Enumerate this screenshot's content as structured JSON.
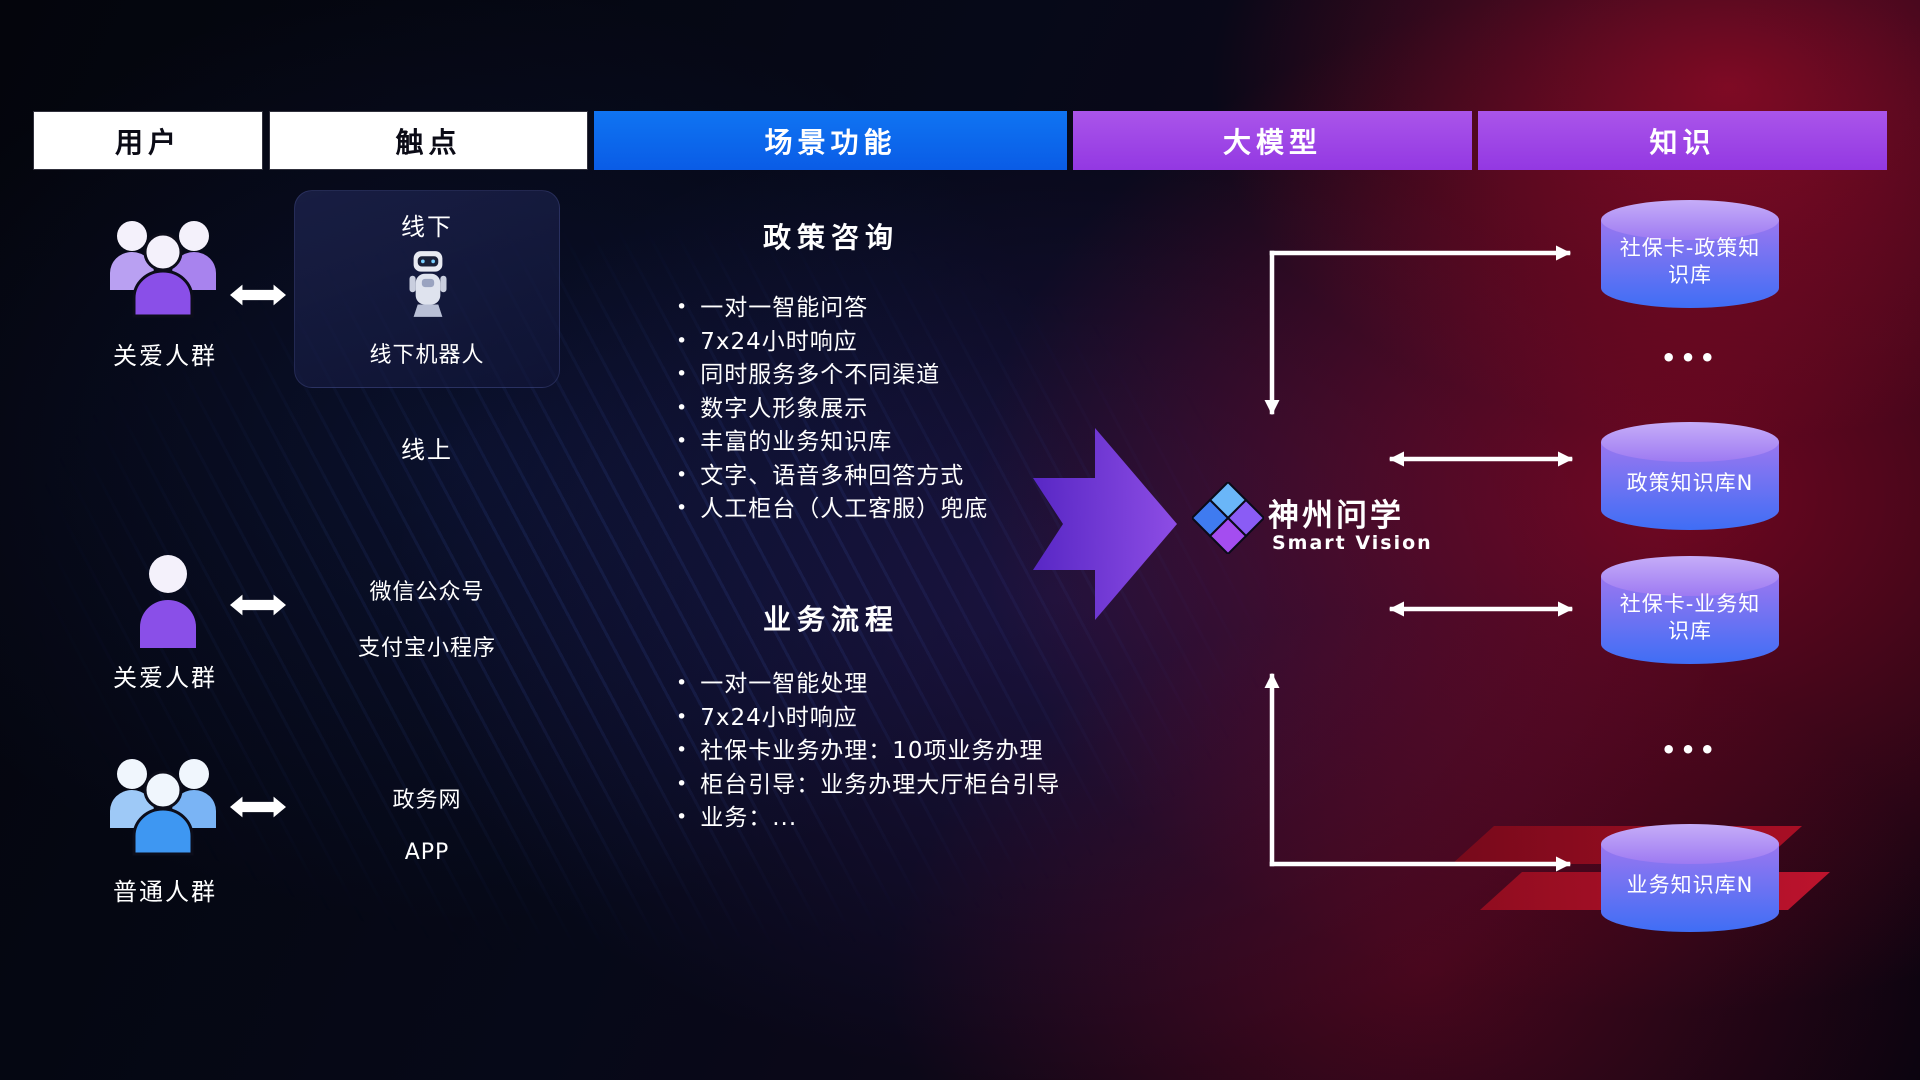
{
  "header": {
    "col_user": "用户",
    "col_touchpoint": "触点",
    "col_scenario": "场景功能",
    "col_model": "大模型",
    "col_knowledge": "知识"
  },
  "users": {
    "group1": "关爱人群",
    "group2": "关爱人群",
    "group3": "普通人群"
  },
  "touchpoints": {
    "offline_title": "线下",
    "offline_robot": "线下机器人",
    "online_title": "线上",
    "item_wechat": "微信公众号",
    "item_alipay": "支付宝小程序",
    "item_gov": "政务网",
    "item_app": "APP"
  },
  "scenario": {
    "policy": {
      "title": "政策咨询",
      "items": [
        "一对一智能问答",
        "7x24小时响应",
        "同时服务多个不同渠道",
        "数字人形象展示",
        "丰富的业务知识库",
        "文字、语音多种回答方式",
        "人工柜台（人工客服）兜底"
      ]
    },
    "business": {
      "title": "业务流程",
      "items": [
        "一对一智能处理",
        "7x24小时响应",
        "社保卡业务办理：10项业务办理",
        "柜台引导：业务办理大厅柜台引导",
        "业务：..."
      ]
    }
  },
  "model": {
    "name": "神州问学",
    "subtitle": "Smart Vision"
  },
  "knowledge": {
    "db1": "社保卡-政策知识库",
    "ellipsis1": "•••",
    "db2": "政策知识库N",
    "db3": "社保卡-业务知识库",
    "ellipsis2": "•••",
    "db4": "业务知识库N"
  },
  "icons": {
    "logo": "diamond-gem-icon",
    "robot": "robot-icon",
    "group": "people-group-icon",
    "person": "person-icon",
    "database": "database-cylinder-icon",
    "link": "double-arrow-icon",
    "flow": "big-arrow-icon"
  },
  "colors": {
    "header_blue": "#0b6cf0",
    "header_purple": "#a14fe6",
    "user_purple": "#8a4fe8",
    "user_blue": "#3e97f2",
    "db_purple": "#9a77f0",
    "db_blue": "#3f6ef5",
    "flow_arrow_purple": "#7b3ae0",
    "connector_white": "#ffffff",
    "bg_red": "#c00d2a"
  }
}
